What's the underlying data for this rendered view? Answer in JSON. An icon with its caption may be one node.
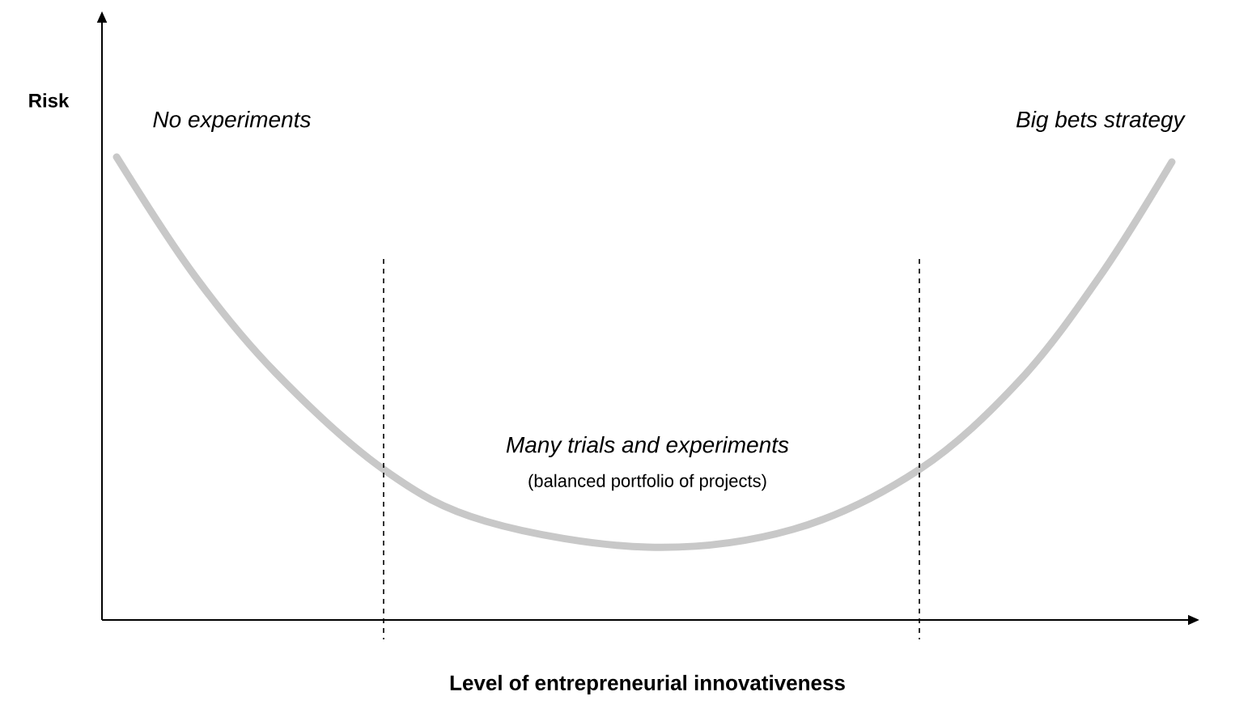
{
  "diagram": {
    "labels": [
      "Risk",
      "No experiments",
      "Big bets strategy",
      "Many trials and experiments",
      "(balanced portfolio of projects)",
      "Level of entrepreneurial innovativeness"
    ]
  }
}
